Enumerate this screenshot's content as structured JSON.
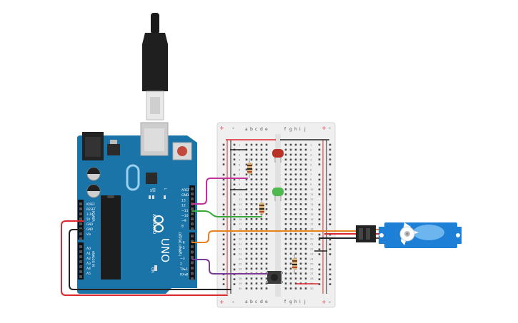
{
  "arduino": {
    "brand": "ARDUINO",
    "model": "UNO",
    "power_header_label": "POWER",
    "analog_header_label": "ANALOG IN",
    "digital_header_label": "DIGITAL (PWM~)",
    "power_pins": [
      "IOREF",
      "RESET",
      "3.3V",
      "5V",
      "GND",
      "GND",
      "Vin"
    ],
    "analog_pins": [
      "A0",
      "A1",
      "A2",
      "A3",
      "A4",
      "A5"
    ],
    "digital_top_pins": [
      "AREF",
      "GND",
      "13",
      "12",
      "~11",
      "~10",
      "~9",
      "8"
    ],
    "digital_bottom_pins": [
      "7",
      "~6",
      "~5",
      "4",
      "~3",
      "2",
      "TX▸1",
      "RX◂0"
    ],
    "led_labels": [
      "TX",
      "RX",
      "L"
    ],
    "on_label": "ON"
  },
  "breadboard": {
    "col_letters_left": [
      "a",
      "b",
      "c",
      "d",
      "e"
    ],
    "col_letters_right": [
      "f",
      "g",
      "h",
      "i",
      "j"
    ],
    "row_numbers": [
      "1",
      "2",
      "3",
      "4",
      "5",
      "6",
      "7",
      "8",
      "9",
      "10",
      "11",
      "12",
      "13",
      "14",
      "15",
      "16",
      "17",
      "18",
      "19",
      "20",
      "21",
      "22",
      "23",
      "24",
      "25",
      "26",
      "27",
      "28",
      "29",
      "30"
    ],
    "rail_plus": "+",
    "rail_minus": "-"
  },
  "components": {
    "led_red_color": "#c0392b",
    "led_green_color": "#5cc15c",
    "servo_color": "#1e7fd6"
  },
  "wires": {
    "pink": "#c2329b",
    "green": "#3aa53a",
    "orange": "#e8821e",
    "purple": "#7b3a96",
    "red": "#d8272d",
    "black": "#222222"
  }
}
